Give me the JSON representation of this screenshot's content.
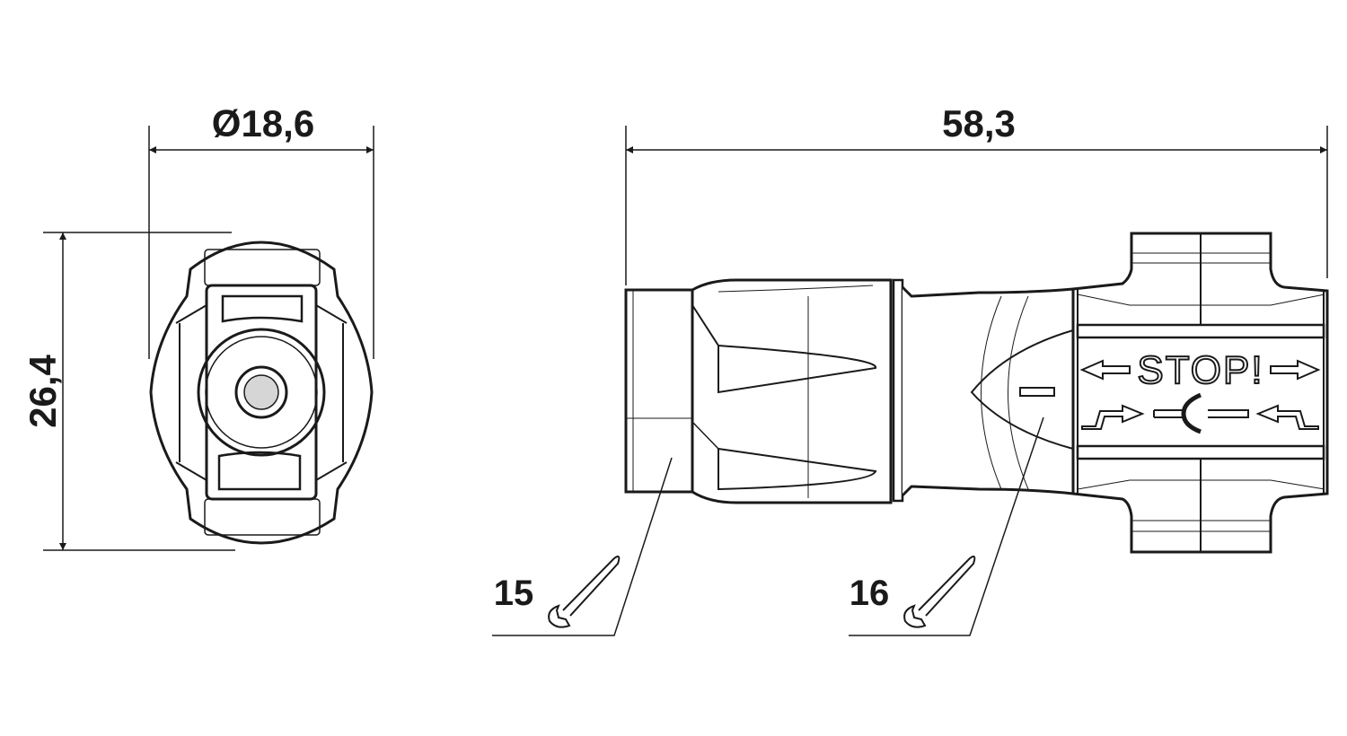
{
  "dimensions": {
    "diameter": "Ø18,6",
    "height": "26,4",
    "length": "58,3"
  },
  "callouts": {
    "item_15": "15",
    "item_16": "16"
  },
  "markings": {
    "stop_text": "STOP!",
    "polarity": "–"
  },
  "icons": [
    "wrench-icon",
    "wrench-icon"
  ],
  "colors": {
    "line": "#1a1a1a",
    "contact": "#d6d6d6"
  }
}
